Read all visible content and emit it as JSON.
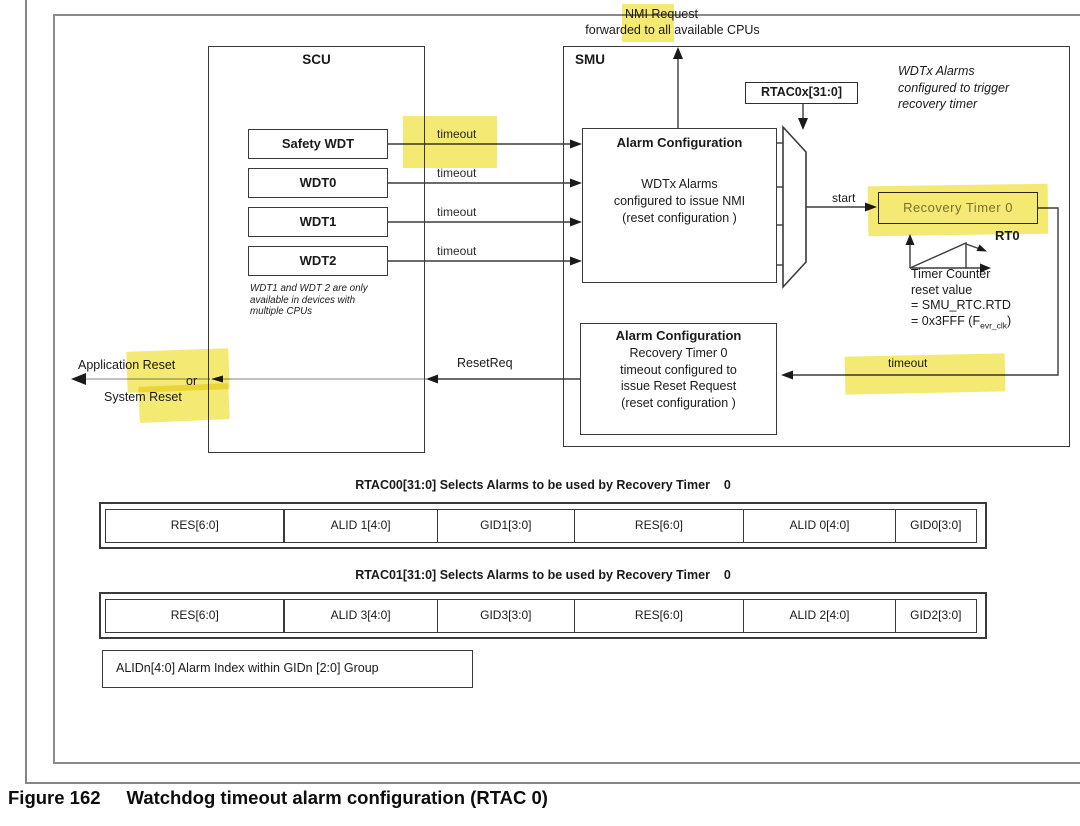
{
  "figure": {
    "caption_label": "Figure 162",
    "caption_text": "Watchdog timeout alarm configuration (RTAC 0)"
  },
  "colors": {
    "highlight": "#f3e75f",
    "line": "#3c3c3c",
    "frame": "#8a8a8a"
  },
  "nmi": {
    "word": "NMI",
    "rest": " Request",
    "line2": "forwarded to all available CPUs"
  },
  "scu": {
    "title": "SCU",
    "wdts": [
      "Safety WDT",
      "WDT0",
      "WDT1",
      "WDT2"
    ],
    "timeout_labels": [
      "timeout",
      "timeout",
      "timeout",
      "timeout"
    ],
    "note": "WDT1 and WDT 2 are only\navailable in devices with\nmultiple CPUs"
  },
  "smu": {
    "title": "SMU",
    "rtac_box": "RTAC0x[31:0]",
    "rtac_note": "WDTx Alarms\nconfigured to trigger\nrecovery timer",
    "alarm1": {
      "title": "Alarm Configuration",
      "body": "WDTx Alarms\nconfigured to issue NMI\n(reset configuration )"
    },
    "alarm2": {
      "title": "Alarm Configuration",
      "body": "Recovery Timer 0\ntimeout configured to\nissue Reset Request\n(reset configuration )"
    },
    "start_label": "start",
    "recovery_timer": "Recovery Timer 0",
    "rt0": "RT0",
    "timer_line1": "Timer Counter",
    "timer_line2": "reset value",
    "timer_line3": "= SMU_RTC.RTD",
    "timer_line4_pre": "= 0x3FFF (F",
    "timer_line4_sub": "evr_clk",
    "timer_line4_post": ")",
    "timeout_label": "timeout",
    "resetreq_label": "ResetReq"
  },
  "left_labels": {
    "line1": "Application Reset",
    "line2": "or",
    "line3": "System Reset"
  },
  "tables": [
    {
      "title": "RTAC00[31:0] Selects Alarms to be used by Recovery Timer    0",
      "cells": [
        "RES[6:0]",
        "ALID 1[4:0]",
        "GID1[3:0]",
        "RES[6:0]",
        "ALID 0[4:0]",
        "GID0[3:0]"
      ]
    },
    {
      "title": "RTAC01[31:0] Selects Alarms to be used by Recovery Timer    0",
      "cells": [
        "RES[6:0]",
        "ALID 3[4:0]",
        "GID3[3:0]",
        "RES[6:0]",
        "ALID 2[4:0]",
        "GID2[3:0]"
      ]
    }
  ],
  "note_box": "ALIDn[4:0] Alarm Index within GIDn [2:0] Group"
}
